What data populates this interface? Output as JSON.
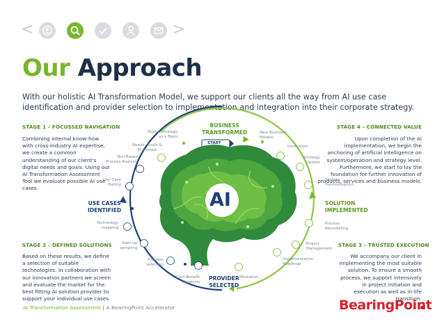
{
  "nav": {
    "icons": [
      "person-circle-icon",
      "magnifier-icon",
      "check-icon",
      "person-icon",
      "envelope-icon"
    ],
    "prev": "<",
    "next": ">"
  },
  "title": {
    "part1": "Our ",
    "part2": "Approach"
  },
  "intro": "With our holistic AI Transformation Model, we support our clients all the way from AI use case identification and provider selection to implementation and integration into their corporate strategy.",
  "stage1": {
    "heading": "STAGE 1 – FOCUSSED NAVIGATION",
    "text": "Combining internal know-how with cross-industry AI expertise, we create a common understanding of our client's digital needs and goals. Using our AI Transformation Assessment Tool we evaluate possible AI use cases."
  },
  "stage2": {
    "heading": "STAGE 2 – DEFINED SOLUTIONS",
    "text": "Based on these results, we define a selection of suitable technologies. In collaboration with our innovation partners we screen and evaluate the market for the best fitting AI solution provider to support your individual use cases."
  },
  "stage3": {
    "heading": "STAGE 3 – TRUSTED EXECUTION",
    "text": "We accompany our client in implementing the most suitable solution. To ensure a smooth process, we support intensively in project initiation and execution as well as in-life transition."
  },
  "stage4": {
    "heading": "STAGE 4 – CONNECTED VALUE",
    "text": "Upon completion of the AI implementation, we begin the anchoring of artificial intelligence on system/operation and strategy level. Furthermore, we start to lay the foundation for further innovation of products, services and business models."
  },
  "phases": {
    "business_transformed": [
      "BUSINESS",
      "TRANSFORMED"
    ],
    "use_cases_identified": [
      "USE CASES",
      "IDENTIFIED"
    ],
    "provider_selected": [
      "PROVIDER",
      "SELECTED"
    ],
    "solution_implemented": [
      "SOLUTION",
      "IMPLEMENTED"
    ]
  },
  "start": "START",
  "ai": "AI",
  "steps": {
    "digital_strategy": [
      "Digital Strategy",
      "as a Basis"
    ],
    "needs_goals": [
      "Needs, Goals &",
      "Processes"
    ],
    "tool_based": [
      "Tool-Based",
      "Process Analysis"
    ],
    "use_case_rating": [
      "Use Case",
      "Rating"
    ],
    "technology_mapping": [
      "Technology",
      "mapping"
    ],
    "start_up_sampling": [
      "Start-up",
      "sampling"
    ],
    "provider_selection": [
      "Provider",
      "selection"
    ],
    "cost_benefit": [
      "Cost-Benefit",
      "Analysis"
    ],
    "mediation": [
      "Mediation"
    ],
    "implementation_roadmap": [
      "Implementation",
      "Roadmap"
    ],
    "project_management": [
      "Project",
      "Management"
    ],
    "process_remodeling": [
      "Process",
      "Remodeling"
    ],
    "system_harmonisation": [
      "System",
      "Harmonisation"
    ],
    "strategy_update": [
      "Strategy",
      "Update"
    ],
    "innovation": [
      "Innovation"
    ],
    "new_business_models": [
      "New Business",
      "Models"
    ]
  },
  "footer": {
    "green": "AI Transformation Assessment",
    "sep": " | ",
    "grey": "A BearingPoint Accelerator"
  },
  "logo": "BearingPoint",
  "colors": {
    "green": "#7ab52e",
    "navy": "#1d3048",
    "blue": "#1d3f7a",
    "red": "#d2232a"
  }
}
